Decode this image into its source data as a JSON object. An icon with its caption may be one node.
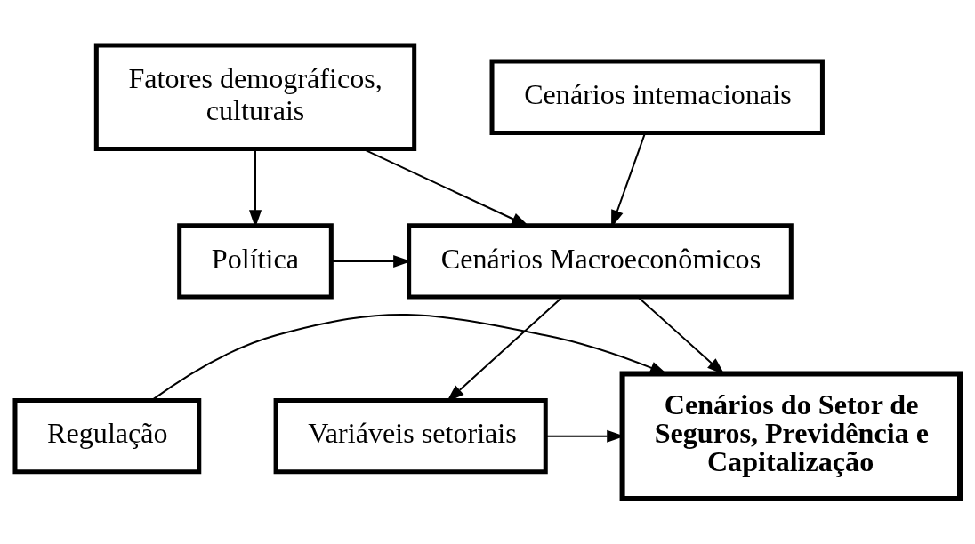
{
  "diagram": {
    "nodes": [
      {
        "text": [
          "Cenários intemacionais"
        ]
      },
      {
        "text": [
          "Fatores demográficos, culturais"
        ]
      },
      {
        "text": [
          "Cenários Macroeconômicos"
        ]
      },
      {
        "text": [
          "Política"
        ]
      },
      {
        "text": [
          "Regulação"
        ]
      },
      {
        "text": [
          "Cenários do Setor de Seguros, Previdência e Capitalização"
        ]
      },
      {
        "text": [
          "Variáveis setoriais"
        ]
      }
    ],
    "edges": [
      {
        "from": 0,
        "to": 2,
        "arrow": "to"
      },
      {
        "from": 1,
        "to": 2,
        "arrow": "to"
      },
      {
        "from": 1,
        "to": 3,
        "arrow": "to"
      },
      {
        "from": 3,
        "to": 2,
        "arrow": "to"
      },
      {
        "from": 2,
        "to": 5,
        "arrow": "to"
      },
      {
        "from": 2,
        "to": 6,
        "arrow": "to"
      },
      {
        "from": 6,
        "to": 5,
        "arrow": "to"
      },
      {
        "from": 4,
        "to": 5,
        "arrow": "to"
      }
    ]
  }
}
